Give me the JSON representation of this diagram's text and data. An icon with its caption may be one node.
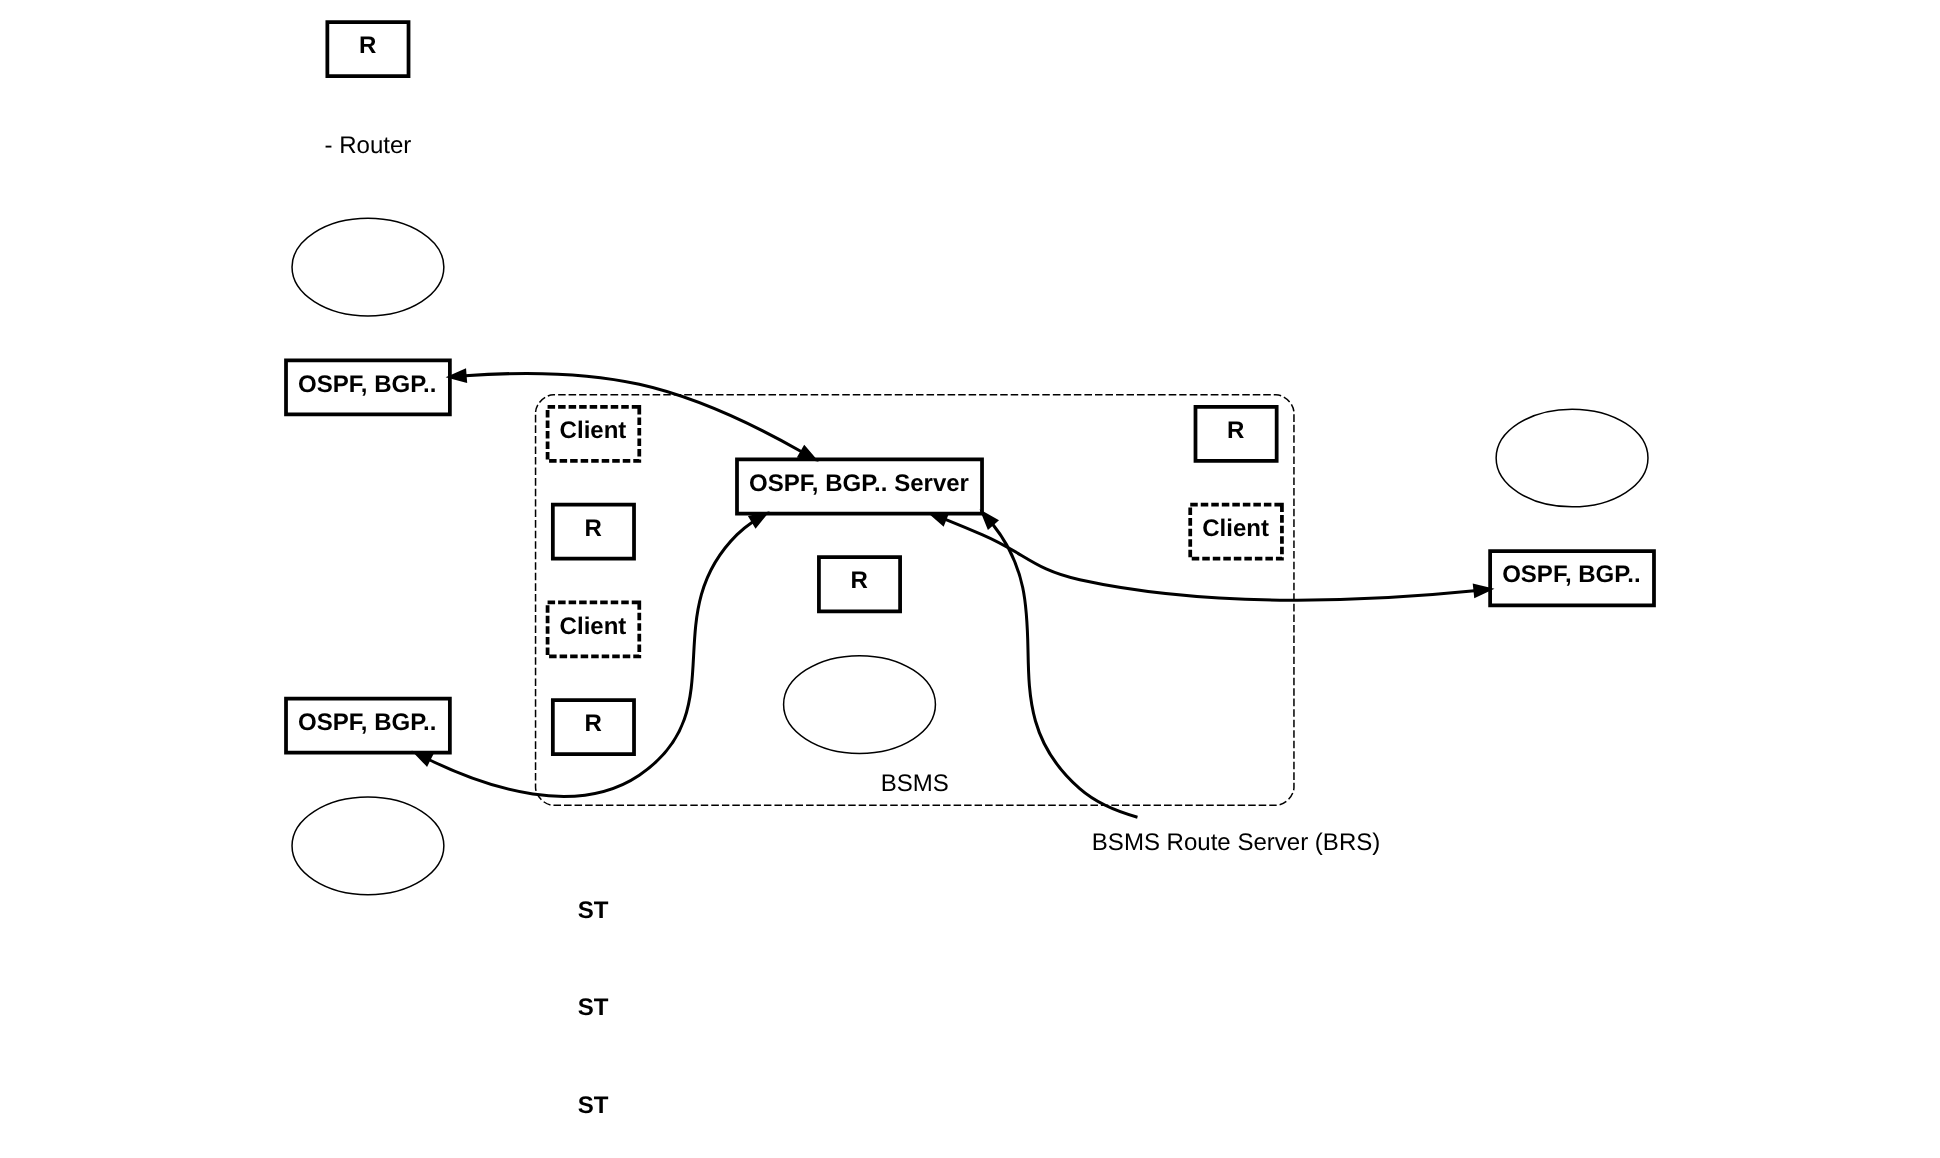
{
  "diagram": {
    "nodes": [
      {
        "text": [
          "BSMS"
        ]
      },
      {
        "text": [],
        "shape": "ellipse"
      },
      {
        "text": [
          "OSPF, BGP.."
        ]
      },
      {
        "text": [
          "Client"
        ],
        "in": 0
      },
      {
        "text": [
          "R"
        ],
        "in": 0
      },
      {
        "text": [
          "Client"
        ],
        "in": 0
      },
      {
        "text": [
          "R"
        ],
        "in": 0
      },
      {
        "text": [],
        "shape": "ellipse"
      },
      {
        "text": [
          "OSPF, BGP.."
        ]
      },
      {
        "text": [
          "OSPF, BGP.. Server"
        ],
        "in": 0
      },
      {
        "text": [
          "R"
        ],
        "in": 0
      },
      {
        "text": [],
        "shape": "ellipse",
        "in": 0
      },
      {
        "text": [],
        "shape": "ellipse"
      },
      {
        "text": [
          "OSPF, BGP.."
        ]
      },
      {
        "text": [
          "Client"
        ],
        "in": 0
      },
      {
        "text": [
          "R"
        ],
        "in": 0
      },
      {
        "text": [
          "BSMS Route Server (BRS)"
        ]
      },
      {
        "text": [
          "R"
        ]
      }
    ],
    "edges": [
      {
        "from": 2,
        "to": 9,
        "arrow": "both"
      },
      {
        "from": 9,
        "to": 8,
        "arrow": "both"
      },
      {
        "from": 13,
        "to": 9,
        "arrow": "both"
      },
      {
        "from": 16,
        "to": 9,
        "arrow": "to"
      }
    ],
    "labels": [
      "ST",
      "ST",
      "ST"
    ],
    "legend": [
      {
        "text": "- Router"
      }
    ]
  }
}
